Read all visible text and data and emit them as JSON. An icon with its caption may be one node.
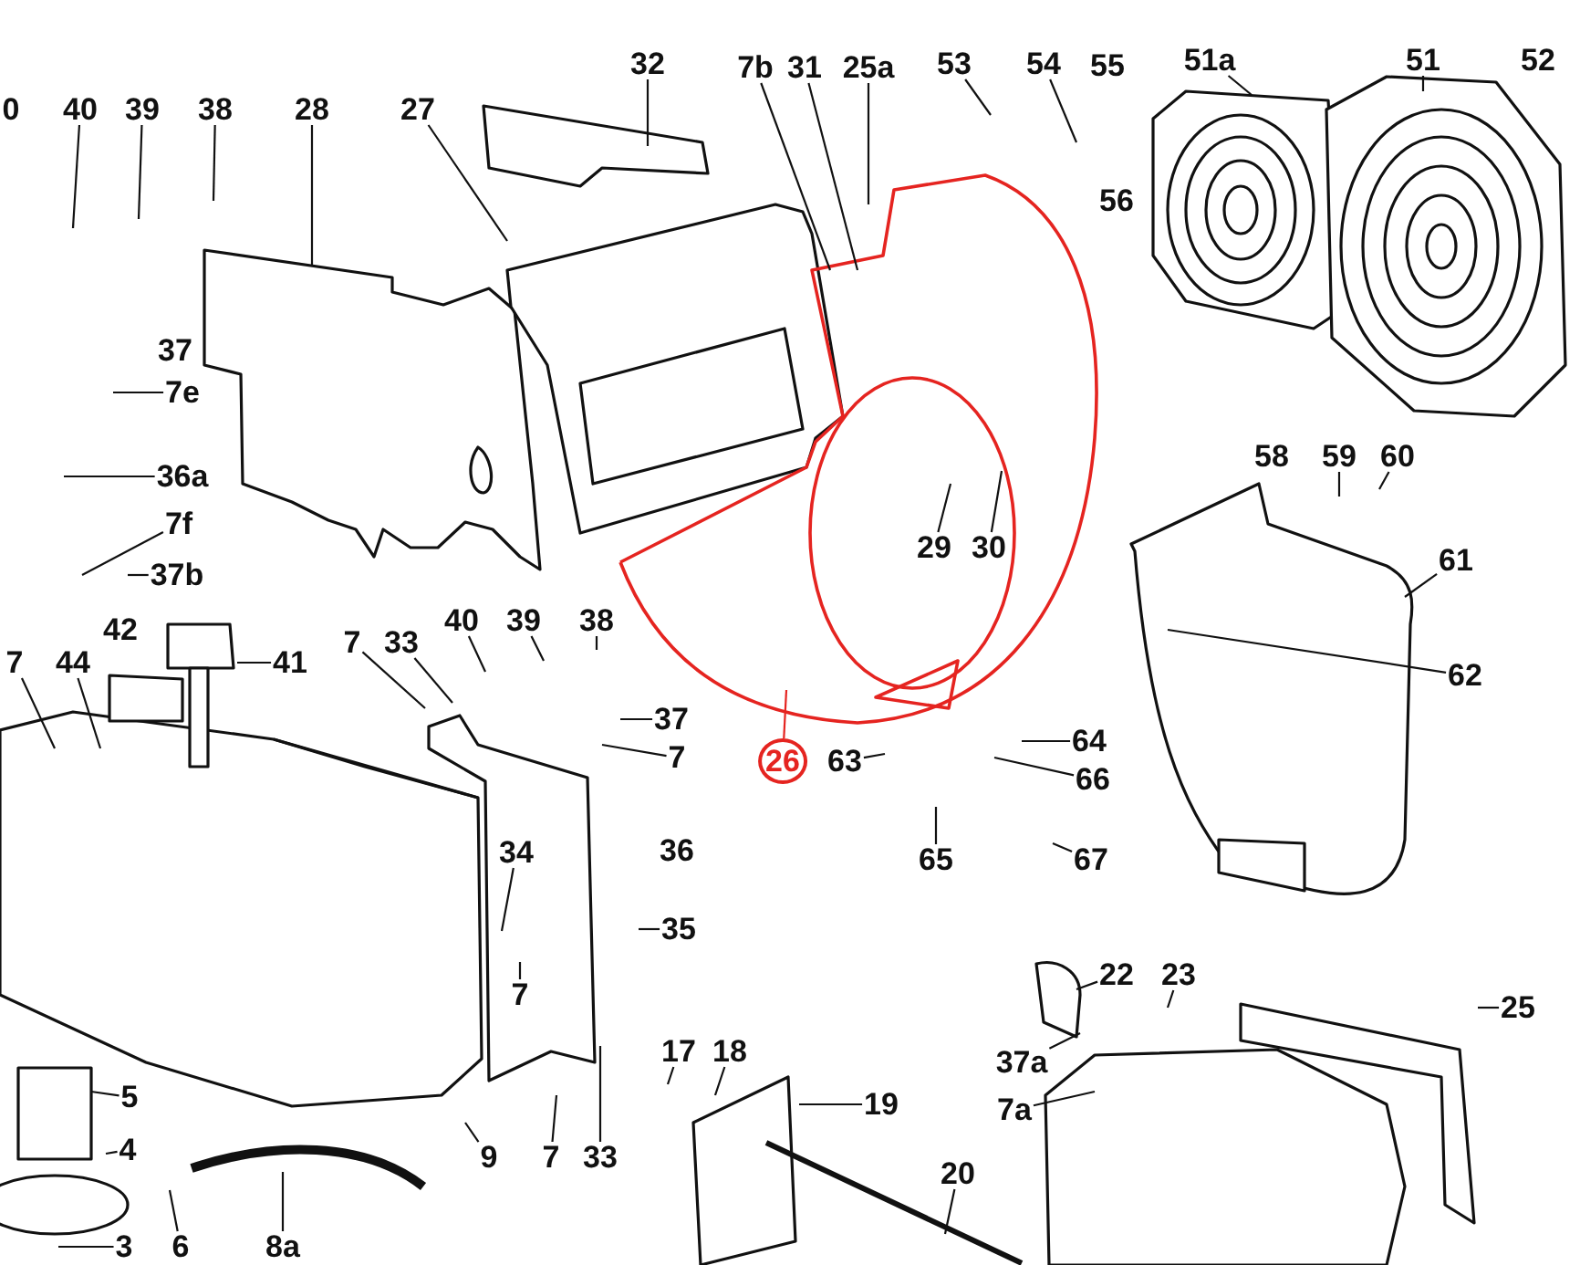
{
  "diagram": {
    "nodes": [
      {
        "text": [
          "40"
        ]
      },
      {
        "text": [
          "39"
        ]
      },
      {
        "text": [
          "38"
        ]
      },
      {
        "text": [
          "28"
        ]
      },
      {
        "text": [
          "27"
        ]
      },
      {
        "text": [
          "32"
        ]
      },
      {
        "text": [
          "7b"
        ]
      },
      {
        "text": [
          "31"
        ]
      },
      {
        "text": [
          "25a"
        ]
      },
      {
        "text": [
          "53"
        ]
      },
      {
        "text": [
          "54"
        ]
      },
      {
        "text": [
          "51a"
        ]
      },
      {
        "text": [
          "51"
        ]
      },
      {
        "text": [
          "7e"
        ]
      },
      {
        "text": [
          "36a"
        ]
      },
      {
        "text": [
          "7f"
        ]
      },
      {
        "text": [
          "37b"
        ]
      },
      {
        "text": [
          "59"
        ]
      },
      {
        "text": [
          "60"
        ]
      },
      {
        "text": [
          "61"
        ]
      },
      {
        "text": [
          "29"
        ]
      },
      {
        "text": [
          "30"
        ]
      },
      {
        "text": [
          "62"
        ]
      },
      {
        "text": [
          "7"
        ]
      },
      {
        "text": [
          "44"
        ]
      },
      {
        "text": [
          "41"
        ]
      },
      {
        "text": [
          "7"
        ]
      },
      {
        "text": [
          "33"
        ]
      },
      {
        "text": [
          "40"
        ]
      },
      {
        "text": [
          "39"
        ]
      },
      {
        "text": [
          "38"
        ]
      },
      {
        "text": [
          "37"
        ]
      },
      {
        "text": [
          "7"
        ]
      },
      {
        "text": [
          "26"
        ]
      },
      {
        "text": [
          "63"
        ]
      },
      {
        "text": [
          "64"
        ]
      },
      {
        "text": [
          "66"
        ]
      },
      {
        "text": [
          "65"
        ]
      },
      {
        "text": [
          "67"
        ]
      },
      {
        "text": [
          "34"
        ]
      },
      {
        "text": [
          "7"
        ]
      },
      {
        "text": [
          "35"
        ]
      },
      {
        "text": [
          "22"
        ]
      },
      {
        "text": [
          "23"
        ]
      },
      {
        "text": [
          "25"
        ]
      },
      {
        "text": [
          "17"
        ]
      },
      {
        "text": [
          "18"
        ]
      },
      {
        "text": [
          "37a"
        ]
      },
      {
        "text": [
          "7a"
        ]
      },
      {
        "text": [
          "19"
        ]
      },
      {
        "text": [
          "5"
        ]
      },
      {
        "text": [
          "4"
        ]
      },
      {
        "text": [
          "9"
        ]
      },
      {
        "text": [
          "7"
        ]
      },
      {
        "text": [
          "33"
        ]
      },
      {
        "text": [
          "20"
        ]
      },
      {
        "text": [
          "3"
        ]
      },
      {
        "text": [
          "6"
        ]
      },
      {
        "text": [
          "8a"
        ]
      }
    ],
    "edges": [
      {
        "from": 0,
        "to": null,
        "arrow": "none"
      },
      {
        "from": 1,
        "to": null,
        "arrow": "none"
      },
      {
        "from": 2,
        "to": null,
        "arrow": "none"
      },
      {
        "from": 3,
        "to": null,
        "arrow": "none"
      },
      {
        "from": 4,
        "to": null,
        "arrow": "none"
      },
      {
        "from": 5,
        "to": null,
        "arrow": "none"
      },
      {
        "from": 6,
        "to": null,
        "arrow": "none"
      },
      {
        "from": 7,
        "to": null,
        "arrow": "none"
      },
      {
        "from": 8,
        "to": null,
        "arrow": "none"
      },
      {
        "from": 9,
        "to": null,
        "arrow": "none"
      },
      {
        "from": 10,
        "to": null,
        "arrow": "none"
      },
      {
        "from": 11,
        "to": null,
        "arrow": "none"
      },
      {
        "from": 12,
        "to": null,
        "arrow": "none"
      },
      {
        "from": 13,
        "to": null,
        "arrow": "none"
      },
      {
        "from": 14,
        "to": null,
        "arrow": "none"
      },
      {
        "from": 15,
        "to": null,
        "arrow": "none"
      },
      {
        "from": 16,
        "to": null,
        "arrow": "none"
      },
      {
        "from": 17,
        "to": null,
        "arrow": "none"
      },
      {
        "from": 18,
        "to": null,
        "arrow": "none"
      },
      {
        "from": 19,
        "to": null,
        "arrow": "none"
      },
      {
        "from": 20,
        "to": null,
        "arrow": "none"
      },
      {
        "from": 21,
        "to": null,
        "arrow": "none"
      },
      {
        "from": 22,
        "to": null,
        "arrow": "none"
      },
      {
        "from": 23,
        "to": null,
        "arrow": "none"
      },
      {
        "from": 24,
        "to": null,
        "arrow": "none"
      },
      {
        "from": 25,
        "to": null,
        "arrow": "none"
      },
      {
        "from": 26,
        "to": null,
        "arrow": "none"
      },
      {
        "from": 27,
        "to": null,
        "arrow": "none"
      },
      {
        "from": 28,
        "to": null,
        "arrow": "none"
      },
      {
        "from": 29,
        "to": null,
        "arrow": "none"
      },
      {
        "from": 30,
        "to": null,
        "arrow": "none"
      },
      {
        "from": 31,
        "to": null,
        "arrow": "none"
      },
      {
        "from": 32,
        "to": null,
        "arrow": "none"
      },
      {
        "from": 33,
        "to": null,
        "arrow": "none",
        "color": "#e52420"
      },
      {
        "from": 34,
        "to": null,
        "arrow": "none"
      },
      {
        "from": 35,
        "to": null,
        "arrow": "none"
      },
      {
        "from": 36,
        "to": null,
        "arrow": "none"
      },
      {
        "from": 37,
        "to": null,
        "arrow": "none"
      },
      {
        "from": 38,
        "to": null,
        "arrow": "none"
      },
      {
        "from": 39,
        "to": null,
        "arrow": "none"
      },
      {
        "from": 40,
        "to": null,
        "arrow": "none"
      },
      {
        "from": 41,
        "to": null,
        "arrow": "none"
      },
      {
        "from": 42,
        "to": null,
        "arrow": "none"
      },
      {
        "from": 43,
        "to": null,
        "arrow": "none"
      },
      {
        "from": 44,
        "to": null,
        "arrow": "none"
      },
      {
        "from": 45,
        "to": null,
        "arrow": "none"
      },
      {
        "from": 46,
        "to": null,
        "arrow": "none"
      },
      {
        "from": 47,
        "to": null,
        "arrow": "none"
      },
      {
        "from": 48,
        "to": null,
        "arrow": "none"
      },
      {
        "from": 49,
        "to": null,
        "arrow": "none"
      },
      {
        "from": 50,
        "to": null,
        "arrow": "none"
      },
      {
        "from": 51,
        "to": null,
        "arrow": "none"
      },
      {
        "from": 52,
        "to": null,
        "arrow": "none"
      },
      {
        "from": 53,
        "to": null,
        "arrow": "none"
      },
      {
        "from": 54,
        "to": null,
        "arrow": "none"
      },
      {
        "from": 55,
        "to": null,
        "arrow": "none"
      },
      {
        "from": 56,
        "to": null,
        "arrow": "none"
      },
      {
        "from": 57,
        "to": null,
        "arrow": "none"
      },
      {
        "from": 58,
        "to": null,
        "arrow": "none"
      }
    ],
    "labels": [
      "0",
      "55",
      "52",
      "37",
      "56",
      "58",
      "42",
      "36"
    ]
  }
}
